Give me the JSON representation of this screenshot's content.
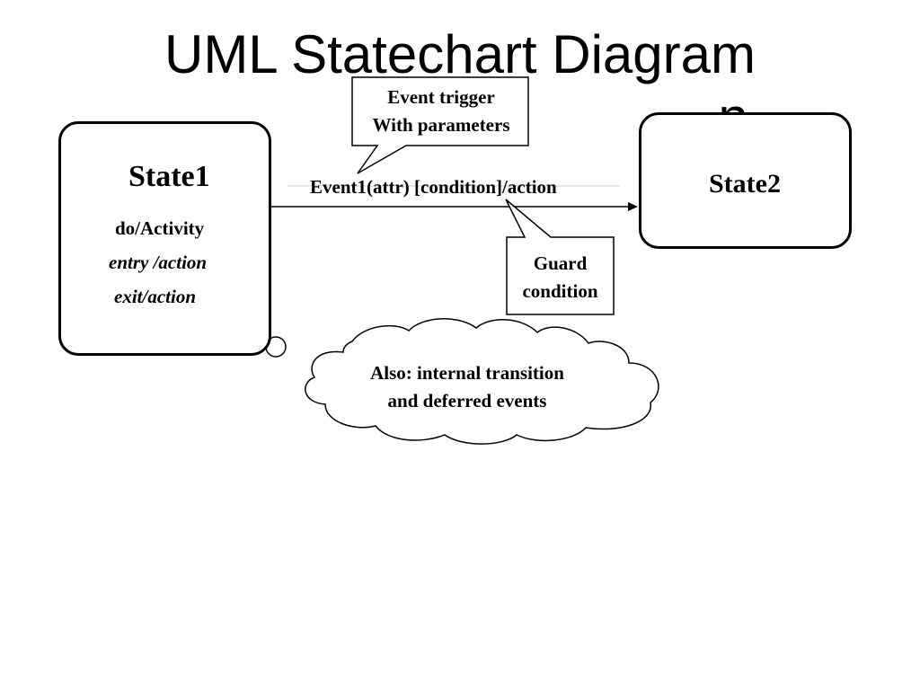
{
  "title": {
    "line1": "UML Statechart Diagram",
    "line2_visible": "n"
  },
  "states": {
    "state1": {
      "name": "State1",
      "do": "do/Activity",
      "entry": "entry /action",
      "exit": "exit/action"
    },
    "state2": {
      "name": "State2"
    }
  },
  "transition": {
    "label": "Event1(attr) [condition]/action"
  },
  "callouts": {
    "event_trigger": {
      "line1": "Event trigger",
      "line2": "With parameters"
    },
    "guard": {
      "line1": "Guard",
      "line2": "condition"
    },
    "cloud": {
      "line1": "Also: internal transition",
      "line2": "and deferred events"
    }
  }
}
